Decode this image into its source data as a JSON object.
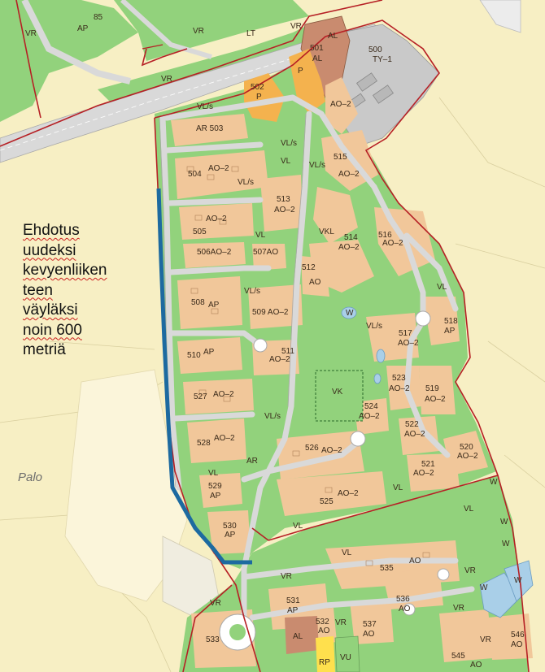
{
  "note": {
    "lines": [
      "Ehdotus",
      "uudeksi",
      "kevyenliiken",
      "teen",
      "väyläksi",
      "noin 600",
      "metriä"
    ]
  },
  "place_label": "Palo",
  "colors": {
    "background_field": "#f7efc4",
    "green_area": "#92d27c",
    "residential_plot": "#f1c79a",
    "parking_area": "#f4b24e",
    "industrial_area": "#c9c9c9",
    "road": "#d9d9d9",
    "plan_boundary": "#b62025",
    "proposed_path": "#1d6aa0",
    "water": "#a9cfe8"
  },
  "zones": {
    "z85": "85",
    "zAP85": "AP",
    "zVR1": "VR",
    "zVR2": "VR",
    "zLT": "LT",
    "zVR3": "VR",
    "zVR4": "VR",
    "z501": "501",
    "zAL501": "AL",
    "z500": "500",
    "zTY1": "TY–1",
    "z502": "502",
    "zP502": "P",
    "zP2": "P",
    "zVLs1": "VL/s",
    "zAO2a": "AO–2",
    "z503": "AR 503",
    "z504": "504",
    "zAO2b": "AO–2",
    "zVLs2": "VL/s",
    "zVLs3": "VL/s",
    "z515": "515",
    "zAO2c": "AO–2",
    "zVL1": "VL",
    "zVL2": "VL/s",
    "z513": "513",
    "zAO2d": "AO–2",
    "z505": "AO–2",
    "z505n": "505",
    "zVL3": "VL",
    "zVKL": "VKL",
    "z514": "514",
    "zAO2e": "AO–2",
    "z516": "516",
    "zAO2f": "AO–2",
    "z506": "506AO–2",
    "z507": "507AO",
    "z512": "512",
    "zAO512": "AO",
    "zVL4": "VL",
    "zVLs4": "VL/s",
    "zW1": "W",
    "zVLs5": "VL/s",
    "z508": "508",
    "zAP508": "AP",
    "z509": "509 AO–2",
    "z518": "518",
    "zAP518": "AP",
    "z517": "517",
    "zAO2g": "AO–2",
    "z510": "510",
    "zAP510": "AP",
    "z511": "511",
    "zAO2h": "AO–2",
    "z523": "523",
    "zAO2i": "AO–2",
    "z519": "519",
    "zAO2j": "AO–2",
    "zVK": "VK",
    "z527": "527",
    "zAO2k": "AO–2",
    "zVLs6": "VL/s",
    "z524": "524",
    "zAO2l": "AO–2",
    "z522": "522",
    "zAO2m": "AO–2",
    "z528": "528",
    "zAO2n": "AO–2",
    "zAR": "AR",
    "z526": "526",
    "zAO2o": "AO–2",
    "z520": "520",
    "zAO2p": "AO–2",
    "z521": "521",
    "zAO2q": "AO–2",
    "zVL5": "VL",
    "z529": "529",
    "zAP529": "AP",
    "z525": "525",
    "zAO2r": "AO–2",
    "zVL6": "VL",
    "zW2": "W",
    "zVL7": "VL",
    "z530": "530",
    "zAP530": "AP",
    "zVL8": "VL",
    "zVL9": "VL",
    "zW3": "W",
    "zW4": "W",
    "zVR5": "VR",
    "z535": "535",
    "zAO535": "AO",
    "zVR6": "VR",
    "z536": "536",
    "zAO536": "AO",
    "zVR7": "VR",
    "z531": "531",
    "zAP531": "AP",
    "zVR8": "VR",
    "z537": "537",
    "zAO537": "AO",
    "zVR9": "VR",
    "zW5": "W",
    "zW6": "W",
    "z532": "532",
    "zAO532": "AO",
    "z533": "533",
    "zAL": "AL",
    "zRP": "RP",
    "zVU": "VU",
    "z545": "545",
    "zAO545": "AO",
    "z546": "546",
    "zAO546": "AO",
    "zVR10": "VR"
  }
}
